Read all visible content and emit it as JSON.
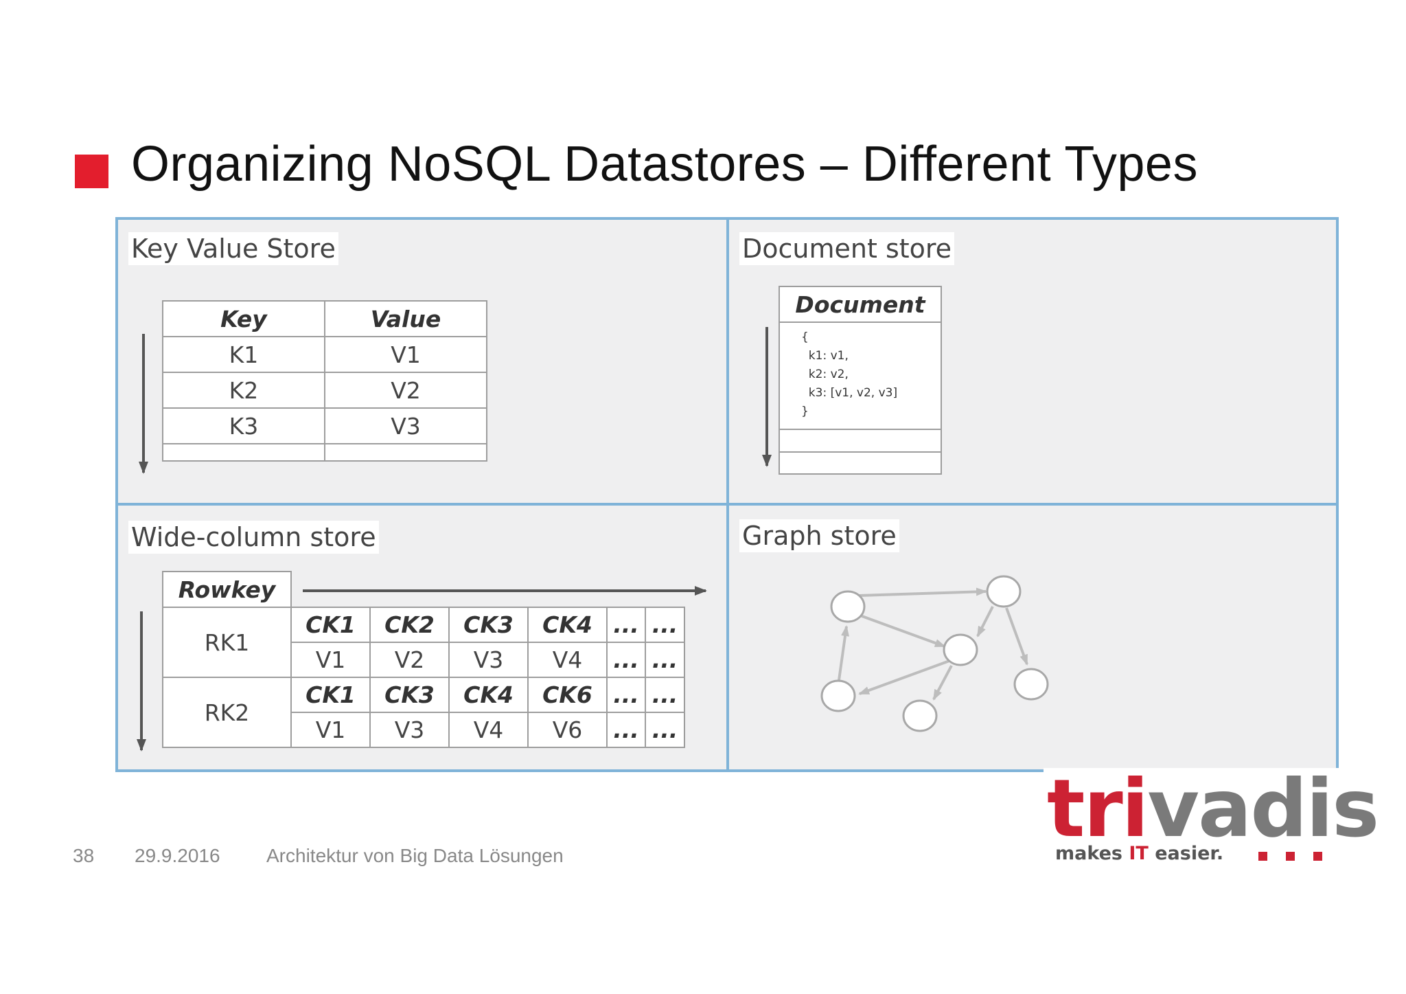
{
  "slide": {
    "title": "Organizing NoSQL Datastores – Different Types",
    "accent_color": "#e31e2d",
    "frame_color": "#7fb3d8"
  },
  "key_value": {
    "title": "Key Value Store",
    "headers": [
      "Key",
      "Value"
    ],
    "rows": [
      [
        "K1",
        "V1"
      ],
      [
        "K2",
        "V2"
      ],
      [
        "K3",
        "V3"
      ]
    ]
  },
  "document": {
    "title": "Document store",
    "header": "Document",
    "code_lines": [
      "{",
      "  k1: v1,",
      "  k2: v2,",
      "  k3: [v1, v2, v3]",
      "}"
    ]
  },
  "wide_column": {
    "title": "Wide-column store",
    "rowkey_header": "Rowkey",
    "rows": [
      {
        "key": "RK1",
        "columns": [
          "CK1",
          "CK2",
          "CK3",
          "CK4",
          "...",
          "..."
        ],
        "values": [
          "V1",
          "V2",
          "V3",
          "V4",
          "...",
          "..."
        ]
      },
      {
        "key": "RK2",
        "columns": [
          "CK1",
          "CK3",
          "CK4",
          "CK6",
          "...",
          "..."
        ],
        "values": [
          "V1",
          "V3",
          "V4",
          "V6",
          "...",
          "..."
        ]
      }
    ]
  },
  "graph": {
    "title": "Graph store"
  },
  "footer": {
    "page": "38",
    "date": "29.9.2016",
    "subject": "Architektur von Big Data Lösungen"
  },
  "logo": {
    "word_a": "tri",
    "word_b": "vadis",
    "tag_a": "makes ",
    "tag_b": "IT",
    "tag_c": " easier."
  }
}
